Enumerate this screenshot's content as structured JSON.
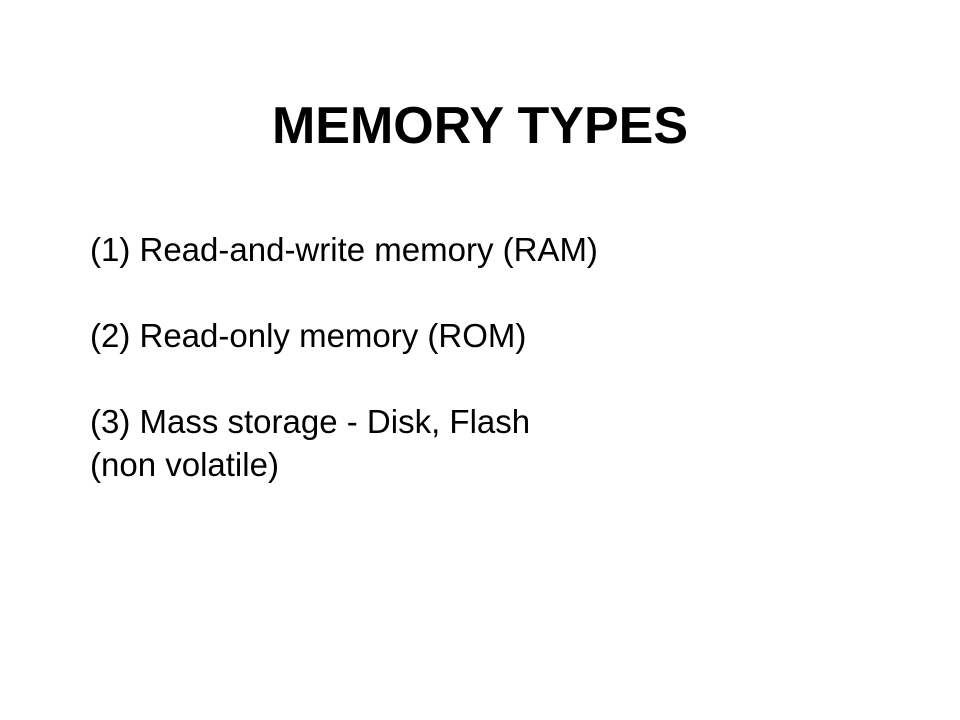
{
  "slide": {
    "title": "MEMORY TYPES",
    "items": [
      {
        "text": "(1) Read-and-write memory (RAM)"
      },
      {
        "text": "(2) Read-only memory (ROM)"
      },
      {
        "text": "(3) Mass storage - Disk, Flash",
        "continuation": "(non volatile)"
      }
    ]
  }
}
